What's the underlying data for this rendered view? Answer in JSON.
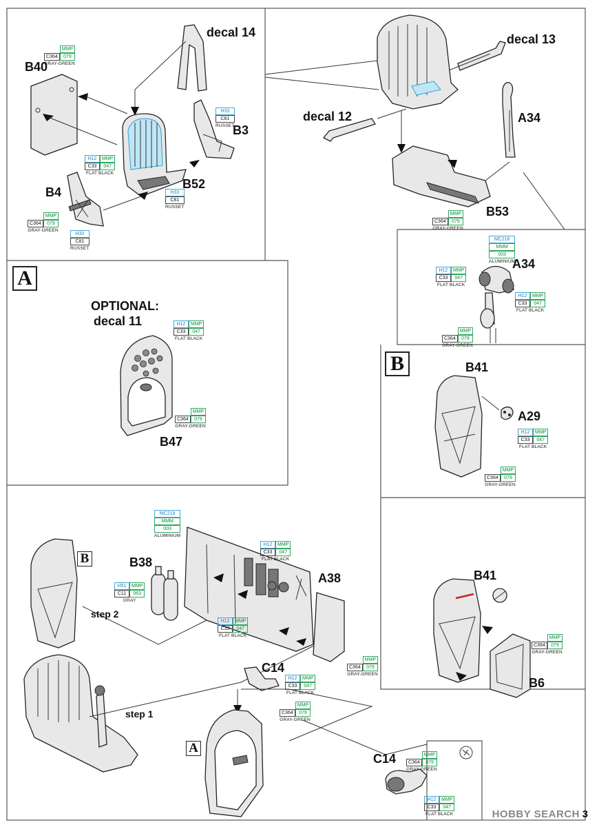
{
  "sections": {
    "a": "A",
    "b": "B"
  },
  "labels": {
    "b40": "B40",
    "decal14": "decal 14",
    "b3": "B3",
    "b52": "B52",
    "b4": "B4",
    "decal13": "decal 13",
    "decal12": "decal 12",
    "a34_top": "A34",
    "b53": "B53",
    "a34_detail": "A34",
    "optional": "OPTIONAL:",
    "decal11": "decal 11",
    "b47": "B47",
    "b41_top": "B41",
    "a29": "A29",
    "b38": "B38",
    "a38": "A38",
    "step2": "step 2",
    "step1": "step 1",
    "c14_main": "C14",
    "c14_detail": "C14",
    "b41_bottom": "B41",
    "b6": "B6"
  },
  "paints": {
    "gray_green": {
      "h": "",
      "mmp": "MMP",
      "c": "C364",
      "mmp_code": "079",
      "name": "GRAY-GREEN"
    },
    "flat_black": {
      "h": "H12",
      "mmp": "MMP",
      "c": "C33",
      "mmp_code": "047",
      "name": "FLAT BLACK"
    },
    "russet": {
      "h": "H33",
      "c": "C81",
      "name": "RUSSET"
    },
    "aluminium": {
      "mc": "MC218",
      "mmm": "MMM",
      "code": "003",
      "name": "ALUMINIUM"
    },
    "gray": {
      "h": "H51",
      "mmp": "MMP",
      "c": "C11",
      "mmp_code": "063",
      "name": "GRAY"
    }
  },
  "watermark": "HOBBY SEARCH",
  "page_number": "3"
}
